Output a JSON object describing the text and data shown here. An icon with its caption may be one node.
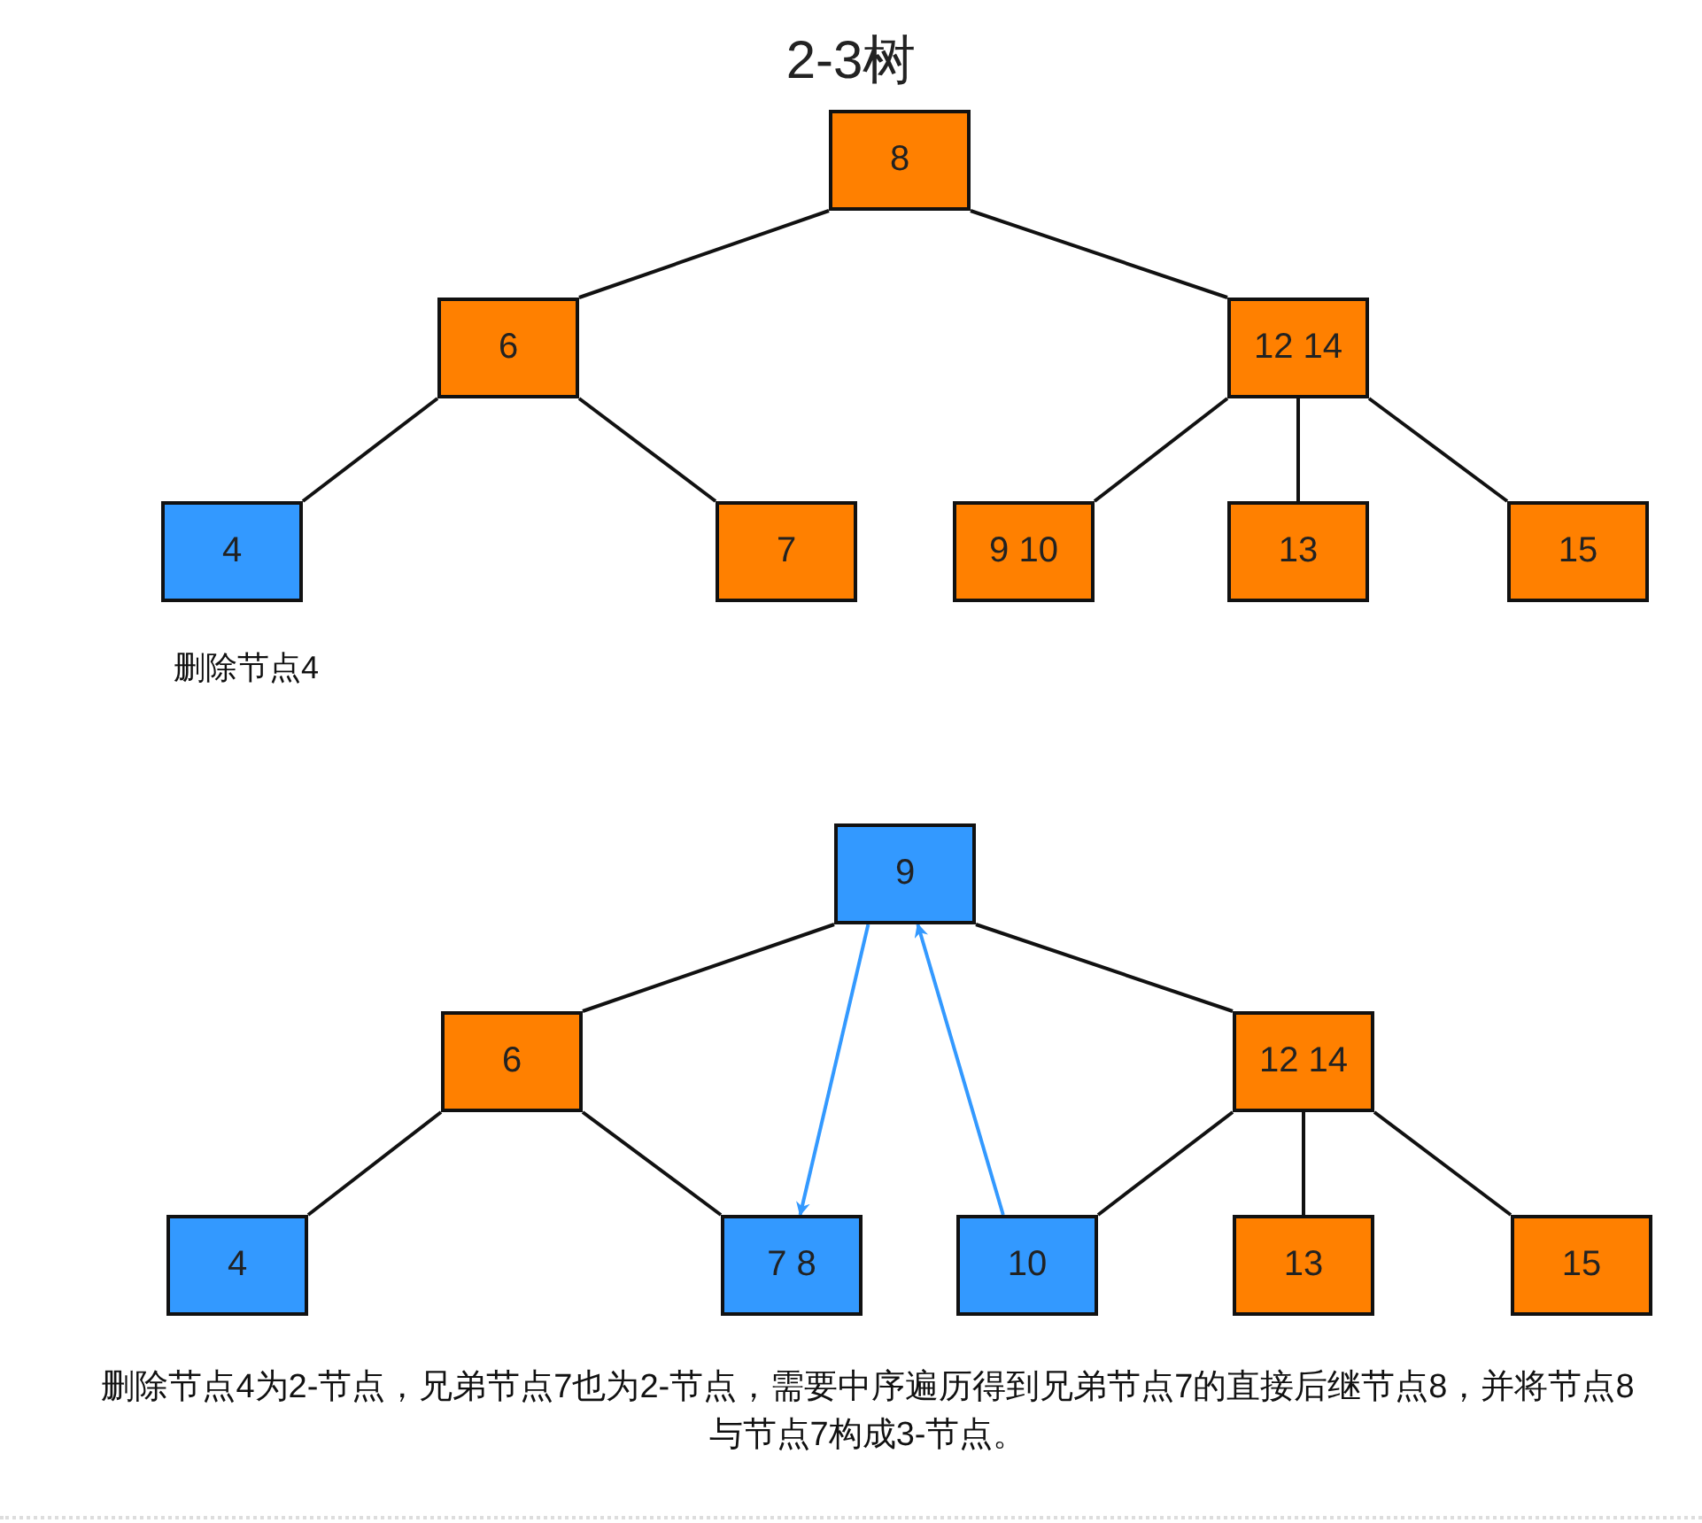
{
  "diagram": {
    "title": "2-3树",
    "caption": "删除节点4为2-节点，兄弟节点7也为2-节点，需要中序遍历得到兄弟节点7的直接后继节点8，并将节点8与节点7构成3-节点。",
    "nodes": [
      {
        "text": [
          "8"
        ]
      },
      {
        "text": [
          "6"
        ]
      },
      {
        "text": [
          "12 14"
        ]
      },
      {
        "text": [
          "4"
        ]
      },
      {
        "text": [
          "7"
        ]
      },
      {
        "text": [
          "9 10"
        ]
      },
      {
        "text": [
          "13"
        ]
      },
      {
        "text": [
          "15"
        ]
      },
      {
        "text": [
          "9"
        ]
      },
      {
        "text": [
          "6"
        ]
      },
      {
        "text": [
          "12 14"
        ]
      },
      {
        "text": [
          "4"
        ]
      },
      {
        "text": [
          "7 8"
        ]
      },
      {
        "text": [
          "10"
        ]
      },
      {
        "text": [
          "13"
        ]
      },
      {
        "text": [
          "15"
        ]
      }
    ],
    "edges": [
      {
        "from": 0,
        "to": 1,
        "arrow": "none"
      },
      {
        "from": 0,
        "to": 2,
        "arrow": "none"
      },
      {
        "from": 1,
        "to": 3,
        "arrow": "none"
      },
      {
        "from": 1,
        "to": 4,
        "arrow": "none"
      },
      {
        "from": 2,
        "to": 5,
        "arrow": "none"
      },
      {
        "from": 2,
        "to": 6,
        "arrow": "none"
      },
      {
        "from": 2,
        "to": 7,
        "arrow": "none"
      },
      {
        "from": 8,
        "to": 9,
        "arrow": "none"
      },
      {
        "from": 8,
        "to": 10,
        "arrow": "none"
      },
      {
        "from": 9,
        "to": 11,
        "arrow": "none"
      },
      {
        "from": 9,
        "to": 12,
        "arrow": "none"
      },
      {
        "from": 10,
        "to": 13,
        "arrow": "none"
      },
      {
        "from": 10,
        "to": 14,
        "arrow": "none"
      },
      {
        "from": 10,
        "to": 15,
        "arrow": "none"
      },
      {
        "from": 8,
        "to": 12,
        "arrow": "to",
        "color": "#3399ff"
      },
      {
        "from": 13,
        "to": 8,
        "arrow": "to",
        "color": "#3399ff"
      }
    ],
    "labels": [
      "删除节点4"
    ]
  }
}
